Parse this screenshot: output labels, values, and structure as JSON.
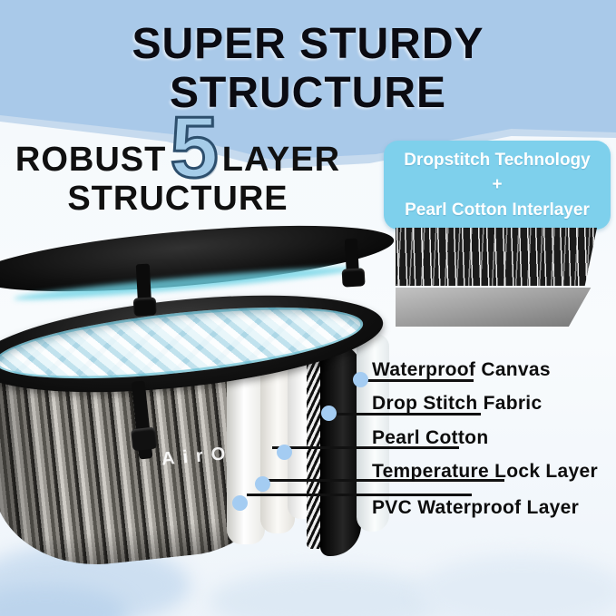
{
  "header": {
    "title_line1": "SUPER STURDY",
    "title_line2": "STRUCTURE"
  },
  "headline": {
    "prefix": "ROBUST",
    "number": "5",
    "suffix": "LAYER",
    "line2": "STRUCTURE"
  },
  "callout": {
    "line1": "Dropstitch Technology",
    "line2": "+",
    "line3": "Pearl Cotton Interlayer"
  },
  "product": {
    "brand": "AirO"
  },
  "layers": [
    {
      "label": "Waterproof Canvas"
    },
    {
      "label": "Drop Stitch Fabric"
    },
    {
      "label": "Pearl Cotton"
    },
    {
      "label": "Temperature Lock Layer"
    },
    {
      "label": "PVC Waterproof Layer"
    }
  ],
  "colors": {
    "header_bg": "#a9c9e9",
    "callout_bg": "#7ed0ec",
    "accent_number": "#a5cce8",
    "dot": "#a4ccf2",
    "lid": "#101010",
    "glow": "#6fd4e6"
  }
}
